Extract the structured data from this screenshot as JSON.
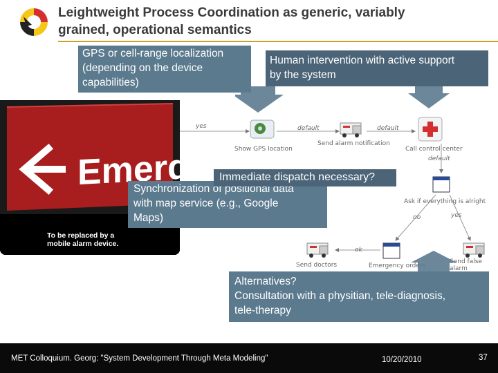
{
  "slide": {
    "title_line1": "Leightweight Process Coordination as generic, variably",
    "title_line2": "grained, operational semantics"
  },
  "callouts": {
    "gps": [
      "GPS or cell-range localization",
      "(depending on the device",
      "capabilities)"
    ],
    "human": [
      "Human intervention with active support",
      "by the system"
    ],
    "immediate": "Immediate dispatch necessary?",
    "sync": [
      "Synchronization of positional data",
      "with map service (e.g., Google",
      "Maps)"
    ],
    "alternatives": [
      "Alternatives?",
      "Consultation with a physitian, tele-diagnosis,",
      "tele-therapy"
    ]
  },
  "photo": {
    "sign_text": "Emergency",
    "caption": [
      "To be replaced by a",
      "mobile alarm device."
    ]
  },
  "diagram": {
    "labels": {
      "yes_top": "yes",
      "default_1": "default",
      "default_2": "default",
      "default_3": "default",
      "show_gps": "Show GPS location",
      "send_alarm": "Send alarm notification",
      "call_control": "Call control center",
      "ask_alright": "Ask if everything is alright",
      "no": "no",
      "yes": "yes",
      "ok": "ok",
      "send_doctors": "Send doctors",
      "emergency_orders": "Emergency orders",
      "send_false_alarm": "Send false alarm notification"
    }
  },
  "footer": {
    "text": "MET Colloquium. Georg: \"System Development Through Meta Modeling\"",
    "date": "10/20/2010",
    "page": "37"
  },
  "colors": {
    "callout": "#5b7a8e",
    "rule": "#c9a227",
    "footer_bg": "#0a0a0a",
    "sign_red": "#a81d1d",
    "arrow": "#5b7a8e"
  }
}
